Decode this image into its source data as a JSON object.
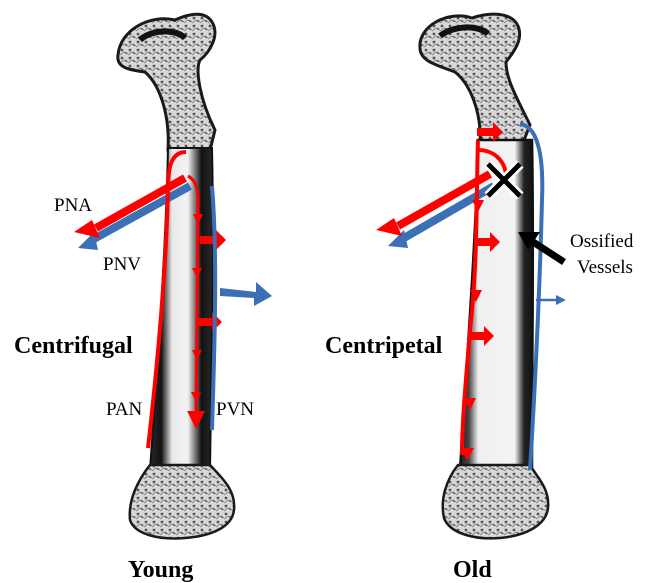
{
  "panels": {
    "young": {
      "caption": "Young",
      "mode": "Centrifugal",
      "labels": {
        "pna": "PNA",
        "pnv": "PNV",
        "pan": "PAN",
        "pvn": "PVN"
      }
    },
    "old": {
      "caption": "Old",
      "mode": "Centripetal",
      "ossified_line1": "Ossified",
      "ossified_line2": "Vessels"
    }
  },
  "colors": {
    "arterial": "#ff0000",
    "venous": "#3b6fb6",
    "bone_dark": "#1a1a1a",
    "pointer": "#000000"
  },
  "icons": {
    "blockage": "x-mark-icon",
    "pointer": "arrow-icon"
  }
}
